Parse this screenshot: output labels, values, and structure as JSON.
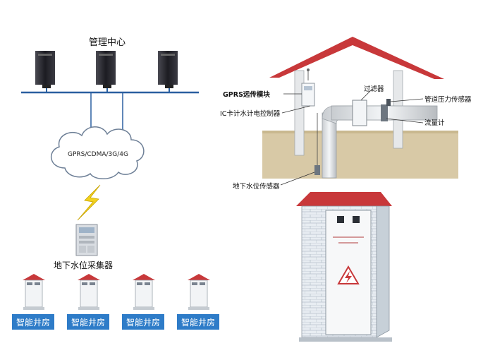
{
  "network": {
    "title": "管理中心",
    "cloud_label": "GPRS/CDMA/3G/4G",
    "collector_label": "地下水位采集器",
    "well_houses": [
      "智能井房",
      "智能井房",
      "智能井房",
      "智能井房"
    ]
  },
  "installation": {
    "labels": {
      "remote_module": "GPRS远传模块",
      "ic_controller": "IC卡计水计电控制器",
      "filter": "过滤器",
      "pressure_sensor": "管道压力传感器",
      "flow_meter": "流量计",
      "level_sensor": "地下水位传感器"
    },
    "cabinet_warning_icon": "lightning-warning-icon"
  },
  "colors": {
    "roof_red": "#c8383a",
    "label_blue": "#2e7cc8",
    "lightning_yellow": "#f2d21e",
    "soil": "#d8c9a6",
    "network_line": "#2a5fa0"
  }
}
